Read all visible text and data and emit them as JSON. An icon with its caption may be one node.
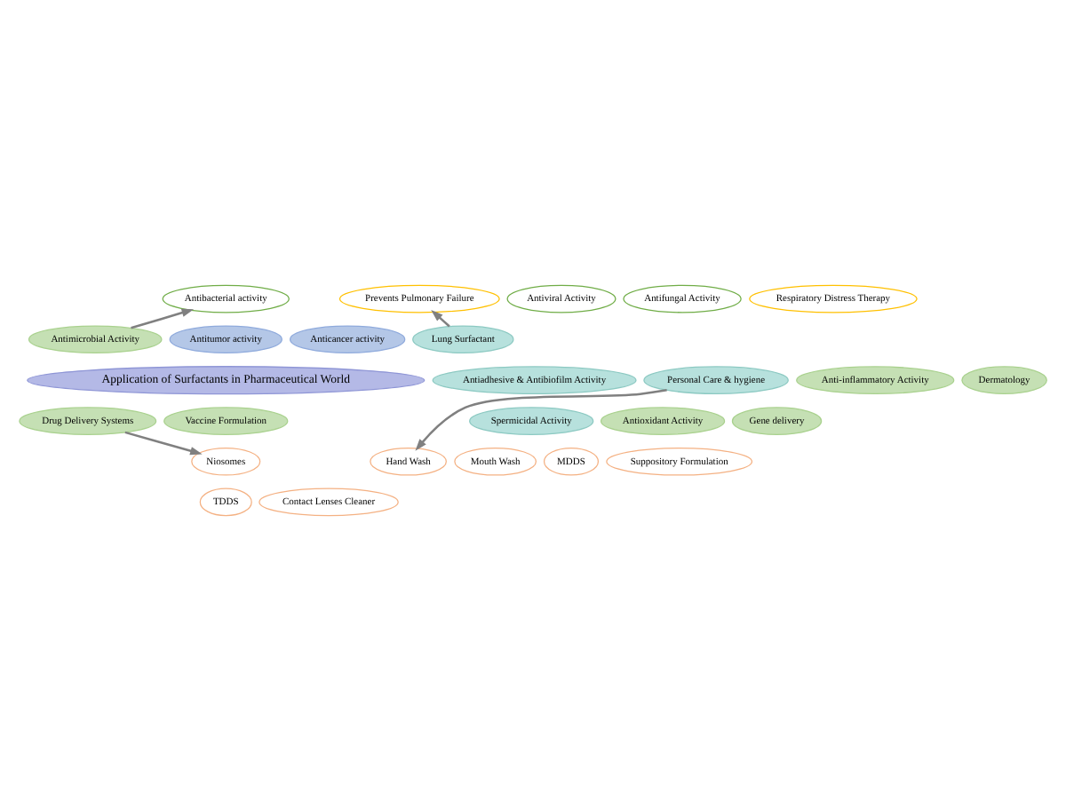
{
  "diagram": {
    "nodes": [
      {
        "text": [
          "Application of Surfactants in Pharmaceutical World"
        ]
      },
      {
        "text": [
          "Antitumor activity"
        ]
      },
      {
        "text": [
          "Anticancer activity"
        ]
      },
      {
        "text": [
          "Lung Surfactant"
        ]
      },
      {
        "text": [
          "Antiadhesive & Antibiofilm Activity"
        ]
      },
      {
        "text": [
          "Personal Care & hygiene"
        ]
      },
      {
        "text": [
          "Spermicidal Activity"
        ]
      },
      {
        "text": [
          "Antioxidant Activity"
        ]
      },
      {
        "text": [
          "Vaccine Formulation"
        ]
      },
      {
        "text": [
          "Drug Delivery Systems"
        ]
      },
      {
        "text": [
          "Gene delivery"
        ]
      },
      {
        "text": [
          "Anti-inflammatory Activity"
        ]
      },
      {
        "text": [
          "Dermatology"
        ]
      },
      {
        "text": [
          "Antimicrobial Activity"
        ]
      },
      {
        "text": [
          "Antiviral Activity"
        ]
      },
      {
        "text": [
          "Antibacterial activity"
        ]
      },
      {
        "text": [
          "Antifungal Activity"
        ]
      },
      {
        "text": [
          "Respiratory Distress Therapy"
        ]
      },
      {
        "text": [
          "Prevents Pulmonary Failure"
        ]
      },
      {
        "text": [
          "Mouth Wash"
        ]
      },
      {
        "text": [
          "Hand Wash"
        ]
      },
      {
        "text": [
          "Contact Lenses Cleaner"
        ]
      },
      {
        "text": [
          "MDDS"
        ]
      },
      {
        "text": [
          "Suppository Formulation"
        ]
      },
      {
        "text": [
          "Niosomes"
        ]
      },
      {
        "text": [
          "TDDS"
        ]
      }
    ],
    "edges": [
      {
        "from": 13,
        "to": 15,
        "arrow": "to"
      },
      {
        "from": 3,
        "to": 18,
        "arrow": "to"
      },
      {
        "from": 5,
        "to": 20,
        "arrow": "to"
      },
      {
        "from": 9,
        "to": 24,
        "arrow": "to"
      }
    ]
  }
}
